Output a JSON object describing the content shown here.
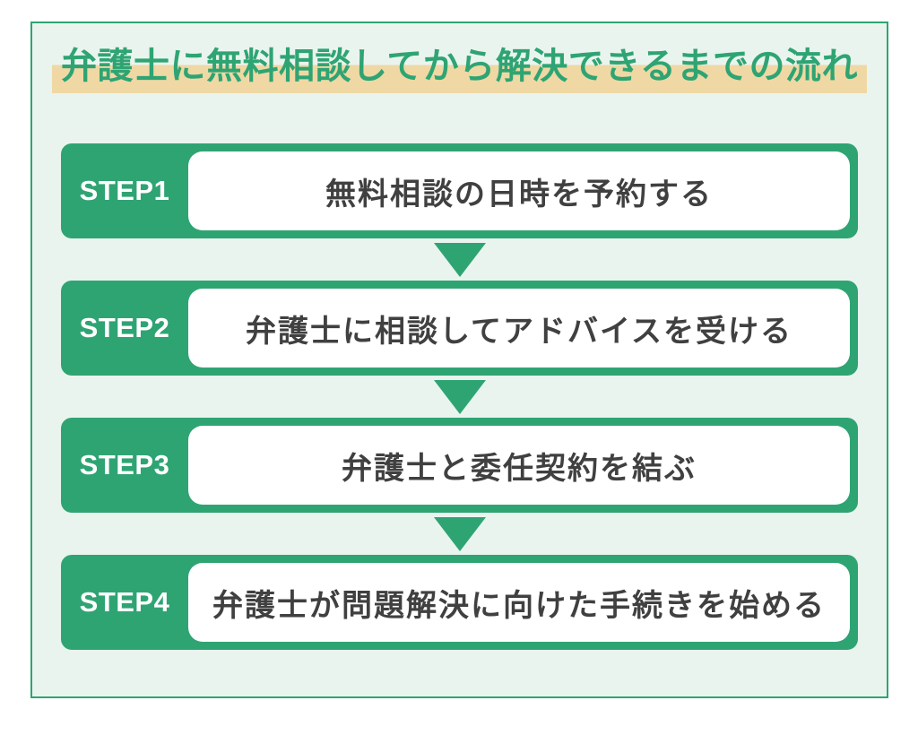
{
  "panel": {
    "title": "弁護士に無料相談してから解決できるまでの流れ"
  },
  "steps": [
    {
      "label": "STEP1",
      "text": "無料相談の日時を予約する"
    },
    {
      "label": "STEP2",
      "text": "弁護士に相談してアドバイスを受ける"
    },
    {
      "label": "STEP3",
      "text": "弁護士と委任契約を結ぶ"
    },
    {
      "label": "STEP4",
      "text": "弁護士が問題解決に向けた手続きを始める"
    }
  ],
  "icons": [
    {
      "name": "arrow-down-icon",
      "glyph": "▼"
    }
  ],
  "colors": {
    "green": "#2fa473",
    "mint_background": "#eaf4ef",
    "title_highlight": "#efd8a4",
    "step_text": "#404040",
    "step_label_text": "#ffffff",
    "page_background": "#ffffff"
  }
}
